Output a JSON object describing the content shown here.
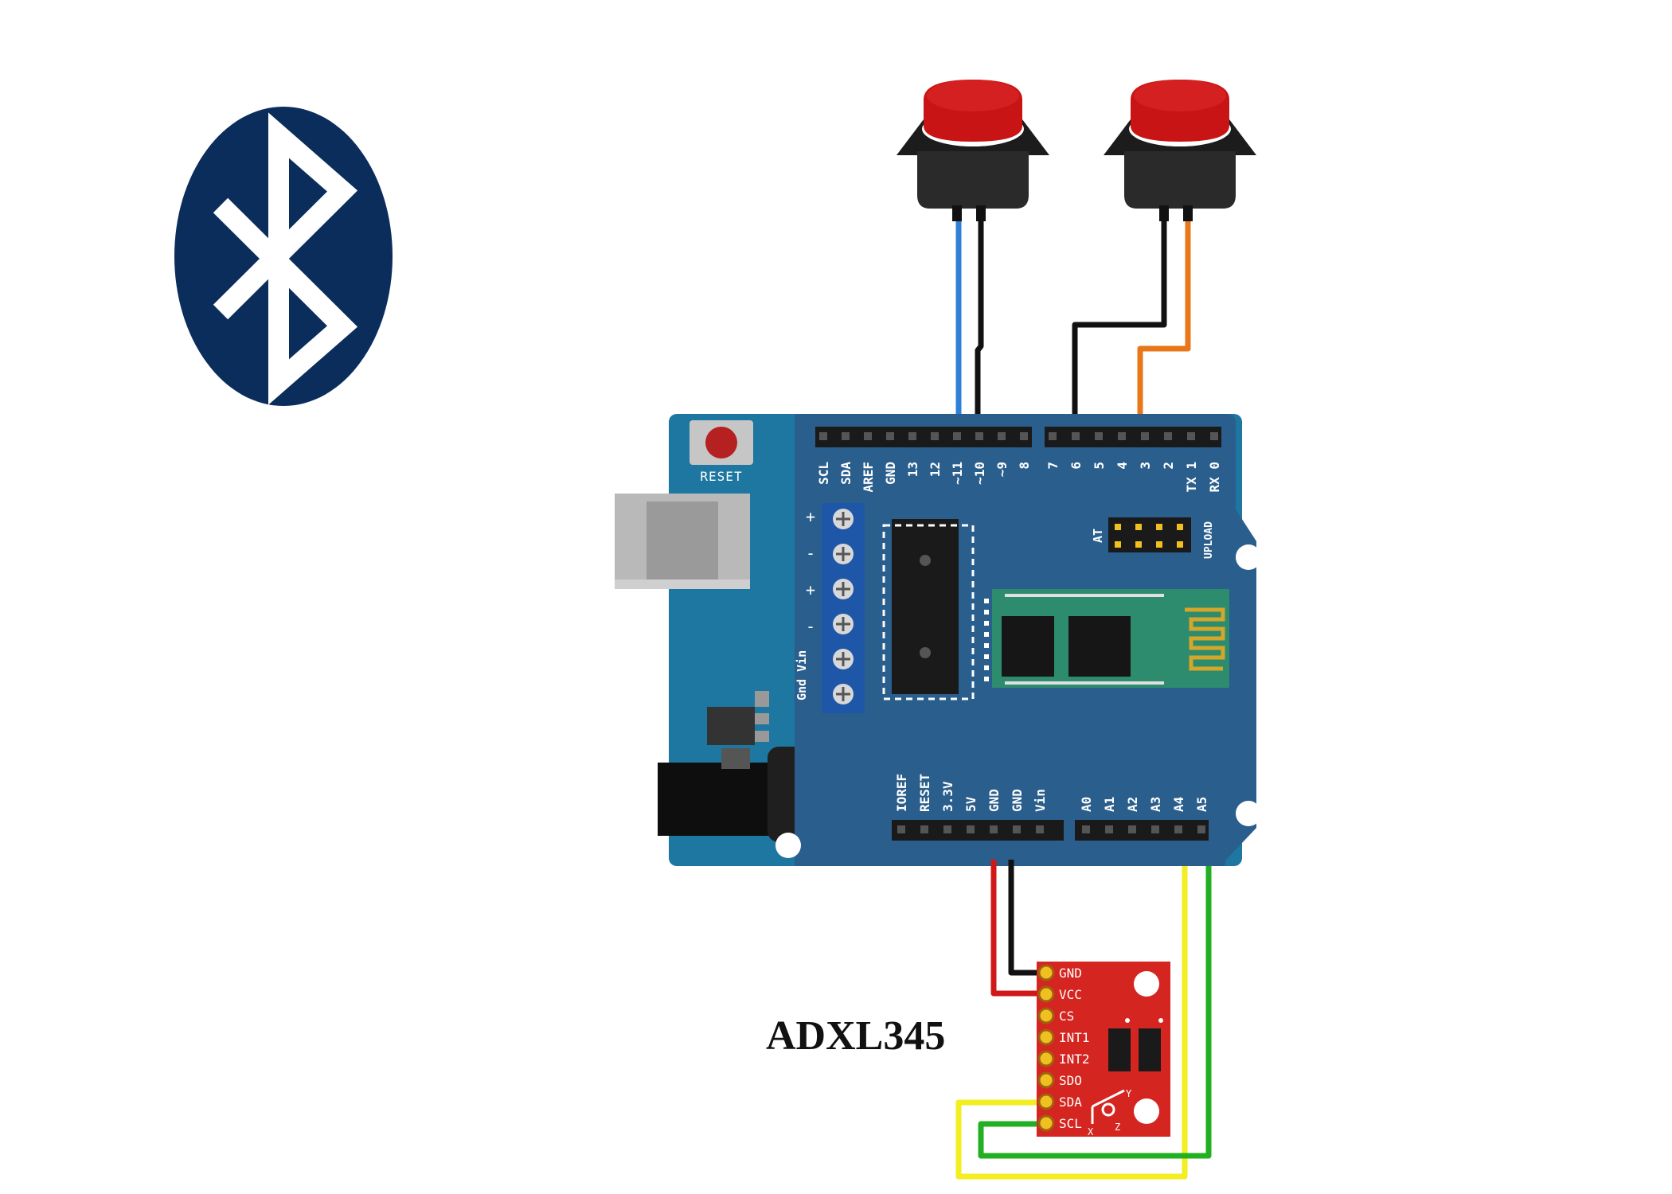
{
  "colors": {
    "bluetooth_bg": "#0b2d5c",
    "board": "#1d77a0",
    "shield": "#2a5e8c",
    "button_cap": "#c81414",
    "sensor_board": "#d42520",
    "wire_blue": "#2f7fd6",
    "wire_black": "#111111",
    "wire_orange": "#e8771a",
    "wire_red": "#d01818",
    "wire_yellow": "#f2ee22",
    "wire_green": "#22b022"
  },
  "icons": [
    "bluetooth-icon",
    "push-button-icon",
    "usb-port-icon",
    "power-jack-icon",
    "antenna-icon"
  ],
  "board": {
    "reset_label": "RESET",
    "top_header_left": [
      "SCL",
      "SDA",
      "AREF",
      "GND",
      "13",
      "12",
      "~11",
      "~10",
      "~9",
      "8"
    ],
    "top_header_right": [
      "7",
      "6",
      "5",
      "4",
      "3",
      "2",
      "TX 1",
      "RX 0"
    ],
    "power_header": [
      "IOREF",
      "RESET",
      "3.3V",
      "5V",
      "GND",
      "GND",
      "Vin"
    ],
    "analog_header": [
      "A0",
      "A1",
      "A2",
      "A3",
      "A4",
      "A5"
    ],
    "terminal_marks": [
      "+",
      "-",
      "+",
      "-"
    ],
    "terminal_label": "Gnd Vin",
    "at_label": "AT",
    "upload_label": "UPLOAD"
  },
  "sensor": {
    "title": "ADXL345",
    "pins": [
      "GND",
      "VCC",
      "CS",
      "INT1",
      "INT2",
      "SDO",
      "SDA",
      "SCL"
    ],
    "axis_labels": [
      "Y",
      "X",
      "Z"
    ]
  }
}
